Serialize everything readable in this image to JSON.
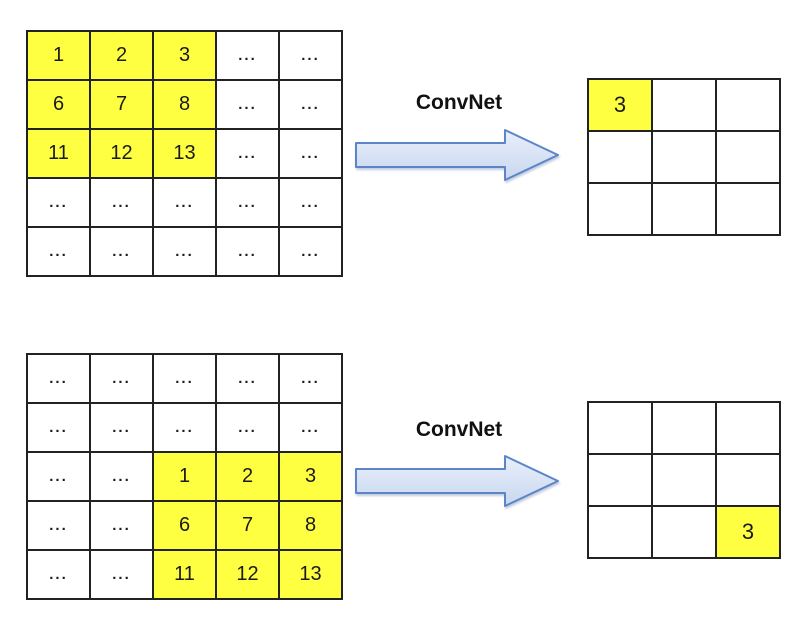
{
  "colors": {
    "highlight": "#FFFF42",
    "grid_border": "#222222",
    "text": "#1a1a1a",
    "arrow_fill_light": "#E9EFFA",
    "arrow_fill_dark": "#C7D7F0",
    "arrow_border": "#5B85C7"
  },
  "panels": {
    "top": {
      "convnet_label": "ConvNet"
    },
    "bottom": {
      "convnet_label": "ConvNet"
    }
  },
  "grids": {
    "input_top": [
      [
        {
          "v": "1",
          "hl": true
        },
        {
          "v": "2",
          "hl": true
        },
        {
          "v": "3",
          "hl": true
        },
        {
          "v": "...",
          "hl": false
        },
        {
          "v": "...",
          "hl": false
        }
      ],
      [
        {
          "v": "6",
          "hl": true
        },
        {
          "v": "7",
          "hl": true
        },
        {
          "v": "8",
          "hl": true
        },
        {
          "v": "...",
          "hl": false
        },
        {
          "v": "...",
          "hl": false
        }
      ],
      [
        {
          "v": "11",
          "hl": true
        },
        {
          "v": "12",
          "hl": true
        },
        {
          "v": "13",
          "hl": true
        },
        {
          "v": "...",
          "hl": false
        },
        {
          "v": "...",
          "hl": false
        }
      ],
      [
        {
          "v": "...",
          "hl": false
        },
        {
          "v": "...",
          "hl": false
        },
        {
          "v": "...",
          "hl": false
        },
        {
          "v": "...",
          "hl": false
        },
        {
          "v": "...",
          "hl": false
        }
      ],
      [
        {
          "v": "...",
          "hl": false
        },
        {
          "v": "...",
          "hl": false
        },
        {
          "v": "...",
          "hl": false
        },
        {
          "v": "...",
          "hl": false
        },
        {
          "v": "...",
          "hl": false
        }
      ]
    ],
    "output_top": [
      [
        {
          "v": "3",
          "hl": true
        },
        {
          "v": "",
          "hl": false
        },
        {
          "v": "",
          "hl": false
        }
      ],
      [
        {
          "v": "",
          "hl": false
        },
        {
          "v": "",
          "hl": false
        },
        {
          "v": "",
          "hl": false
        }
      ],
      [
        {
          "v": "",
          "hl": false
        },
        {
          "v": "",
          "hl": false
        },
        {
          "v": "",
          "hl": false
        }
      ]
    ],
    "input_bottom": [
      [
        {
          "v": "...",
          "hl": false
        },
        {
          "v": "...",
          "hl": false
        },
        {
          "v": "...",
          "hl": false
        },
        {
          "v": "...",
          "hl": false
        },
        {
          "v": "...",
          "hl": false
        }
      ],
      [
        {
          "v": "...",
          "hl": false
        },
        {
          "v": "...",
          "hl": false
        },
        {
          "v": "...",
          "hl": false
        },
        {
          "v": "...",
          "hl": false
        },
        {
          "v": "...",
          "hl": false
        }
      ],
      [
        {
          "v": "...",
          "hl": false
        },
        {
          "v": "...",
          "hl": false
        },
        {
          "v": "1",
          "hl": true
        },
        {
          "v": "2",
          "hl": true
        },
        {
          "v": "3",
          "hl": true
        }
      ],
      [
        {
          "v": "...",
          "hl": false
        },
        {
          "v": "...",
          "hl": false
        },
        {
          "v": "6",
          "hl": true
        },
        {
          "v": "7",
          "hl": true
        },
        {
          "v": "8",
          "hl": true
        }
      ],
      [
        {
          "v": "...",
          "hl": false
        },
        {
          "v": "...",
          "hl": false
        },
        {
          "v": "11",
          "hl": true
        },
        {
          "v": "12",
          "hl": true
        },
        {
          "v": "13",
          "hl": true
        }
      ]
    ],
    "output_bottom": [
      [
        {
          "v": "",
          "hl": false
        },
        {
          "v": "",
          "hl": false
        },
        {
          "v": "",
          "hl": false
        }
      ],
      [
        {
          "v": "",
          "hl": false
        },
        {
          "v": "",
          "hl": false
        },
        {
          "v": "",
          "hl": false
        }
      ],
      [
        {
          "v": "",
          "hl": false
        },
        {
          "v": "",
          "hl": false
        },
        {
          "v": "3",
          "hl": true
        }
      ]
    ]
  }
}
